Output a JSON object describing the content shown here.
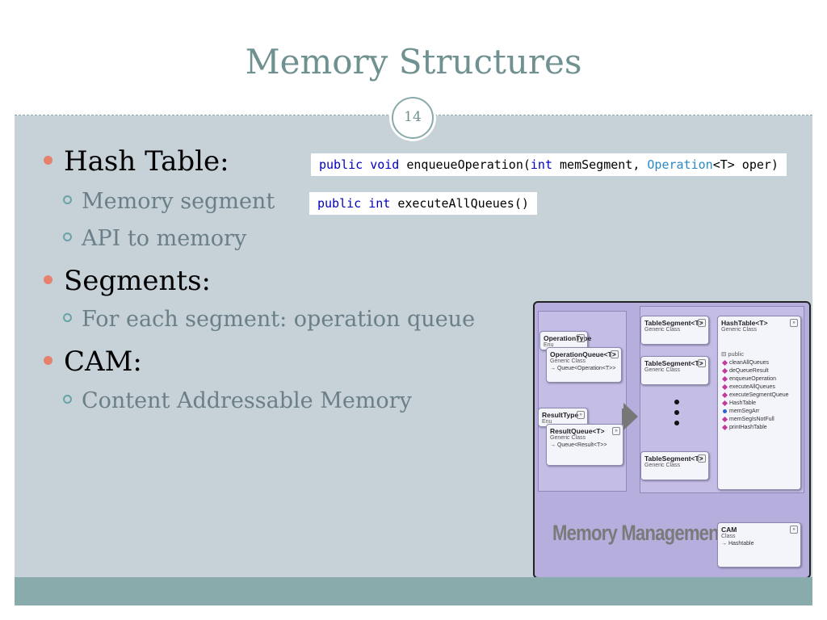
{
  "slide": {
    "title": "Memory Structures",
    "page_number": "14"
  },
  "bullets": [
    {
      "text": "Hash Table:",
      "level": 1
    },
    {
      "text": "Memory segment",
      "level": 2
    },
    {
      "text": "API to memory",
      "level": 2
    },
    {
      "text": "Segments:",
      "level": 1
    },
    {
      "text": "For each segment: operation queue",
      "level": 2
    },
    {
      "text": "CAM:",
      "level": 1
    },
    {
      "text": "Content Addressable Memory",
      "level": 2
    }
  ],
  "code": {
    "enqueue": {
      "kw1": "public",
      "kw2": "void",
      "name": "enqueueOperation(",
      "kw3": "int",
      "arg1": " memSegment, ",
      "type": "Operation",
      "arg2": "<T> oper)"
    },
    "execute": {
      "kw1": "public",
      "kw2": "int",
      "name": "executeAllQueues()"
    }
  },
  "diagram": {
    "operation_type": {
      "name": "OperationType",
      "sub": "Enu"
    },
    "operation_queue": {
      "name": "OperationQueue<T>",
      "sub": "Generic Class",
      "line": "→ Queue<Operation<T>>"
    },
    "result_type": {
      "name": "ResultType",
      "sub": "Enu"
    },
    "result_queue": {
      "name": "ResultQueue<T>",
      "sub": "Generic Class",
      "line": "→ Queue<Result<T>>"
    },
    "table_segments": [
      {
        "name": "TableSegment<T>",
        "sub": "Generic Class"
      },
      {
        "name": "TableSegment<T>",
        "sub": "Generic Class"
      },
      {
        "name": "TableSegment<T>",
        "sub": "Generic Class"
      }
    ],
    "hash_table": {
      "name": "HashTable<T>",
      "sub": "Generic Class",
      "section": "public",
      "methods": [
        "cleanAllQueues",
        "deQueueResult",
        "enqueueOperation",
        "executeAllQueues",
        "executeSegmentQueue",
        "HashTable"
      ],
      "field": "memSegArr",
      "methods2": [
        "memSegIsNotFull",
        "printHashTable"
      ]
    },
    "cam": {
      "name": "CAM",
      "sub": "Class",
      "line": "→ Hashtable"
    },
    "label": "Memory Management"
  }
}
